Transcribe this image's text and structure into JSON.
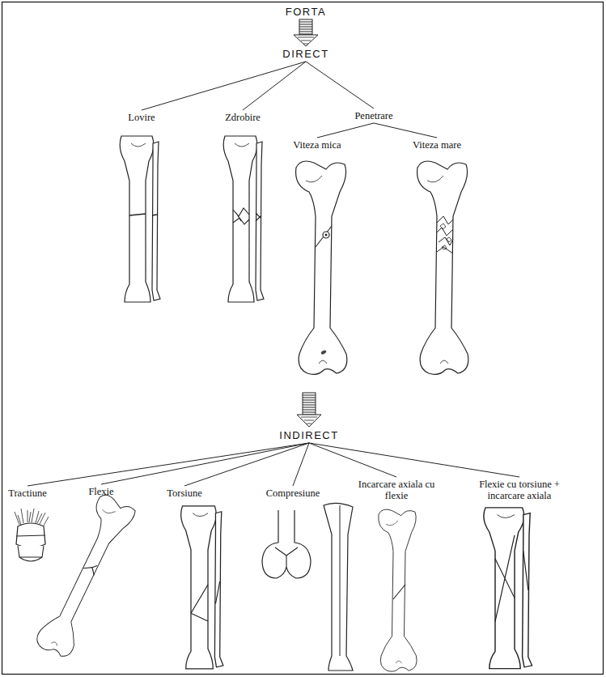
{
  "diagram": {
    "nodes": [
      {
        "text": [
          "FORTA"
        ]
      },
      {
        "text": [
          "DIRECT"
        ]
      },
      {
        "text": [
          "Lovire"
        ]
      },
      {
        "text": [
          "Zdrobire"
        ]
      },
      {
        "text": [
          "Penetrare"
        ]
      },
      {
        "text": [
          "Viteza mica"
        ]
      },
      {
        "text": [
          "Viteza mare"
        ]
      },
      {
        "text": [
          "INDIRECT"
        ]
      },
      {
        "text": [
          "Tractiune"
        ]
      },
      {
        "text": [
          "Flexie"
        ]
      },
      {
        "text": [
          "Torsiune"
        ]
      },
      {
        "text": [
          "Compresiune"
        ]
      },
      {
        "text": [
          "Incarcare axiala cu flexie"
        ]
      },
      {
        "text": [
          "Flexie cu torsiune + incarcare axiala"
        ]
      }
    ],
    "edges": [
      {
        "from": 0,
        "to": 1,
        "arrow": "to"
      },
      {
        "from": 1,
        "to": 2,
        "arrow": "none"
      },
      {
        "from": 1,
        "to": 3,
        "arrow": "none"
      },
      {
        "from": 1,
        "to": 4,
        "arrow": "none"
      },
      {
        "from": 4,
        "to": 5,
        "arrow": "none"
      },
      {
        "from": 4,
        "to": 6,
        "arrow": "none"
      },
      {
        "from": 7,
        "to": 8,
        "arrow": "none"
      },
      {
        "from": 7,
        "to": 9,
        "arrow": "none"
      },
      {
        "from": 7,
        "to": 10,
        "arrow": "none"
      },
      {
        "from": 7,
        "to": 11,
        "arrow": "none"
      },
      {
        "from": 7,
        "to": 12,
        "arrow": "none"
      },
      {
        "from": 7,
        "to": 13,
        "arrow": "none"
      }
    ]
  }
}
